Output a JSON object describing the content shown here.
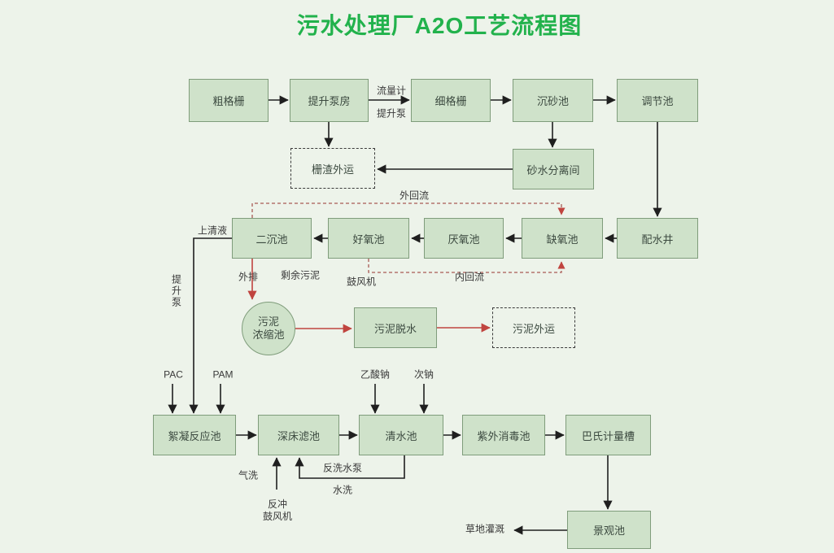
{
  "title": "污水处理厂A2O工艺流程图",
  "colors": {
    "background": "#edf3ea",
    "title_green": "#22b24c",
    "node_fill": "#cfe2ca",
    "node_border": "#7f9c7b",
    "line_black": "#1f1f1f",
    "sludge_flow_red": "#c0443f",
    "recirculation_red": "#a85a55"
  },
  "nodes": {
    "coarse_screen": "粗格栅",
    "lift_pump_station": "提升泵房",
    "fine_screen": "细格栅",
    "grit_chamber": "沉砂池",
    "regulating_tank": "调节池",
    "screenings_disposal": "栅渣外运",
    "sand_water_separation": "砂水分离间",
    "secondary_clarifier": "二沉池",
    "aerobic_tank": "好氧池",
    "anaerobic_tank": "厌氧池",
    "anoxic_tank": "缺氧池",
    "distribution_well": "配水井",
    "sludge_thickener_line1": "污泥",
    "sludge_thickener_line2": "浓缩池",
    "sludge_dewatering": "污泥脱水",
    "sludge_disposal": "污泥外运",
    "flocculation_tank": "絮凝反应池",
    "deep_bed_filter": "深床滤池",
    "clear_water_tank": "清水池",
    "uv_disinfection_tank": "紫外消毒池",
    "parshall_flume": "巴氏计量槽",
    "landscape_pond": "景观池"
  },
  "labels": {
    "flow_meter": "流量计",
    "lift_pump": "提升泵",
    "external_recirculation": "外回流",
    "supernatant": "上清液",
    "lift_pump_vertical": "提升泵",
    "discharge": "外排",
    "excess_sludge": "剩余污泥",
    "blower": "鼓风机",
    "internal_recirculation": "内回流",
    "pac": "PAC",
    "pam": "PAM",
    "sodium_acetate": "乙酸钠",
    "sodium_hypochlorite": "次钠",
    "air_wash": "气洗",
    "backwash_blower_line1": "反冲",
    "backwash_blower_line2": "鼓风机",
    "backwash_pump": "反洗水泵",
    "water_wash": "水洗",
    "grass_irrigation": "草地灌溉"
  }
}
